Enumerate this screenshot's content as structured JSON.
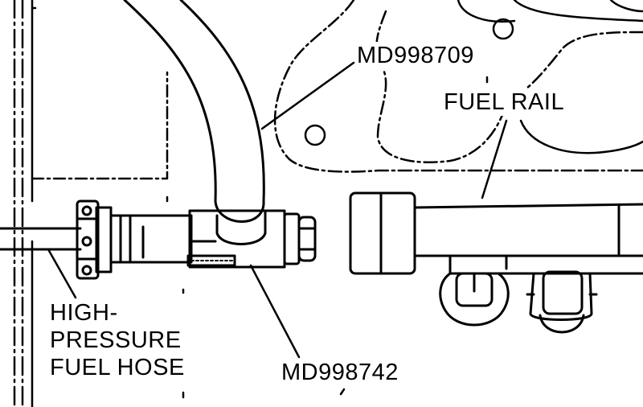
{
  "labels": {
    "tool_upper": "MD998709",
    "fuel_rail": "FUEL RAIL",
    "tool_lower": "MD998742",
    "hose_line1": "HIGH-",
    "hose_line2": "PRESSURE",
    "hose_line3": "FUEL HOSE"
  },
  "colors": {
    "ink": "#000000",
    "paper": "#ffffff"
  }
}
